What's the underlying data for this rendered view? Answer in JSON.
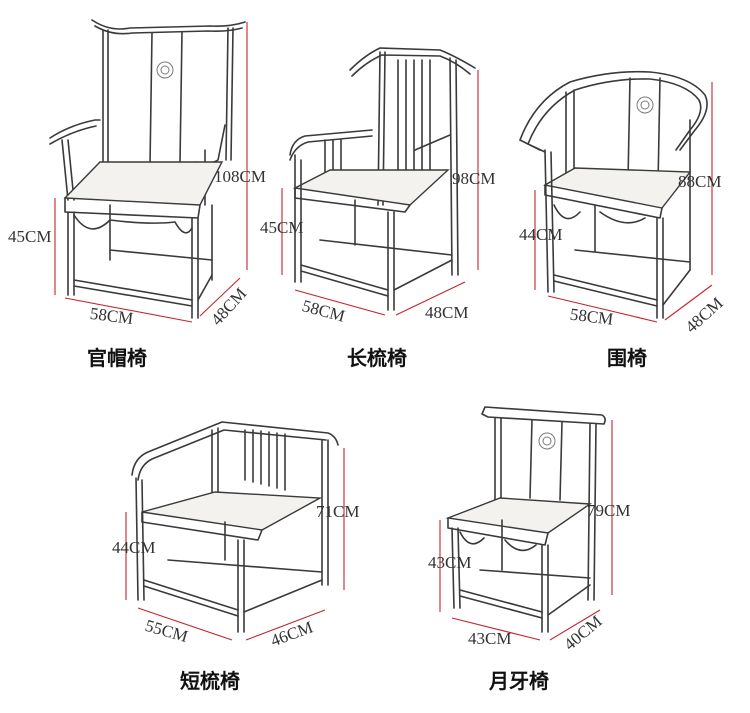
{
  "chairs": [
    {
      "name": "官帽椅",
      "seat_height": "45CM",
      "total_height": "108CM",
      "width": "58CM",
      "depth": "48CM"
    },
    {
      "name": "长梳椅",
      "seat_height": "45CM",
      "total_height": "98CM",
      "width": "58CM",
      "depth": "48CM"
    },
    {
      "name": "围椅",
      "seat_height": "44CM",
      "total_height": "88CM",
      "width": "58CM",
      "depth": "48CM"
    },
    {
      "name": "短梳椅",
      "seat_height": "44CM",
      "total_height": "71CM",
      "width": "55CM",
      "depth": "46CM"
    },
    {
      "name": "月牙椅",
      "seat_height": "43CM",
      "total_height": "79CM",
      "width": "43CM",
      "depth": "40CM"
    }
  ],
  "colors": {
    "dimension_line": "#c4262e",
    "line_art": "#3a3a3a"
  }
}
